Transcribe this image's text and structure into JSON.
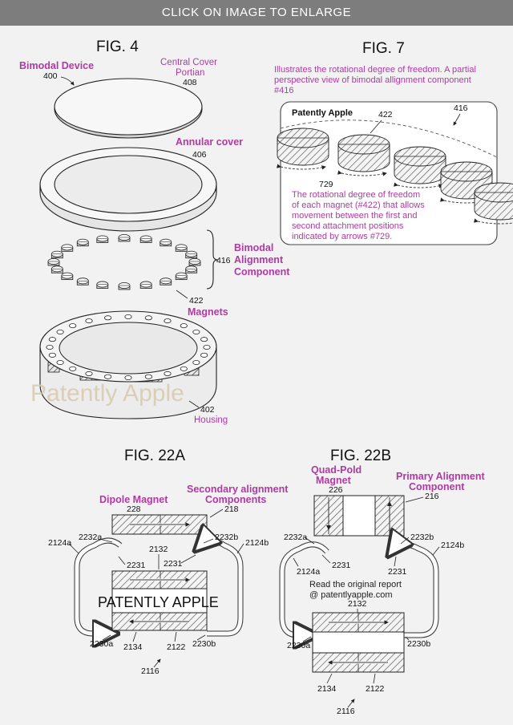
{
  "banner": {
    "label": "CLICK ON IMAGE TO ENLARGE"
  },
  "fig4": {
    "title": "FIG. 4",
    "bimodal_device": "Bimodal Device",
    "n400": "400",
    "central_cover": [
      "Central Cover",
      "Portian"
    ],
    "n408": "408",
    "annular_cover": "Annular cover",
    "n406": "406",
    "alignment": [
      "Bimodal",
      "Alignment",
      "Component"
    ],
    "n416": "416",
    "n422": "422",
    "magnets": "Magnets",
    "watermark": "Patently Apple",
    "n402": "402",
    "housing": "Housing"
  },
  "fig7": {
    "title": "FIG. 7",
    "caption": [
      "Illustrates the rotational degree of freedom. A partial",
      "perspective view of bimodal allignment component",
      "#416"
    ],
    "brand": "Patently Apple",
    "n416": "416",
    "n422": "422",
    "n729": "729",
    "desc": [
      "The rotational degree of freedom",
      "of each magnet (#422) that allows",
      "movement between the first and",
      "second attachment positions",
      "indicated by arrows #729."
    ]
  },
  "fig22a": {
    "title": "FIG. 22A",
    "dipole": "Dipole Magnet",
    "secondary": [
      "Secondary alignment",
      "Components"
    ],
    "n228": "228",
    "n218": "218",
    "n2124a": "2124a",
    "n2232a": "2232a",
    "n2232b": "2232b",
    "n2124b": "2124b",
    "n2132": "2132",
    "n2231a": "2231",
    "n2231b": "2231",
    "watermark": "PATENTLY APPLE",
    "n2230a": "2230a",
    "n2230b": "2230b",
    "n2134": "2134",
    "n2122": "2122",
    "n2116": "2116"
  },
  "fig22b": {
    "title": "FIG. 22B",
    "quad": [
      "Quad-Pold",
      "Magnet"
    ],
    "n226": "226",
    "primary": [
      "Primary Alignment",
      "Component"
    ],
    "n216": "216",
    "n2232a": "2232a",
    "n2232b": "2232b",
    "n2124a": "2124a",
    "n2124b": "2124b",
    "n2231a": "2231",
    "n2231b": "2231",
    "read": [
      "Read the original report",
      "@ patentlyapple.com"
    ],
    "n2132": "2132",
    "n2230a": "2230a",
    "n2230b": "2230b",
    "n2134": "2134",
    "n2122": "2122",
    "n2116": "2116"
  },
  "colors": {
    "banner_bg": "#7d7d7d",
    "accent": "#b03aa4",
    "background": "#f2f2f2"
  }
}
